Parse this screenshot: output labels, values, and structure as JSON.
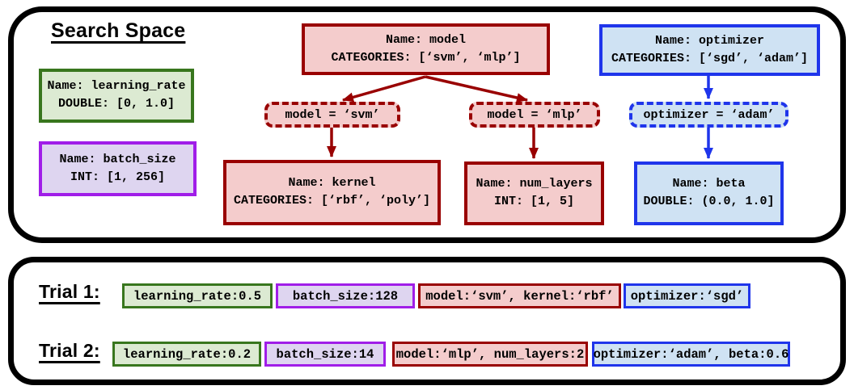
{
  "colors": {
    "green_border": "#38761d",
    "green_fill": "#dcead2",
    "purple_border": "#a01de8",
    "purple_fill": "#ded5f0",
    "red_border": "#990000",
    "red_fill": "#f4cccc",
    "blue_border": "#1f35eb",
    "blue_fill": "#cfe2f3"
  },
  "search_space": {
    "title": "Search Space",
    "nodes": {
      "learning_rate": {
        "line1": "Name: learning_rate",
        "line2": "DOUBLE: [0, 1.0]"
      },
      "batch_size": {
        "line1": "Name: batch_size",
        "line2": "INT: [1, 256]"
      },
      "model": {
        "line1": "Name: model",
        "line2": "CATEGORIES: [‘svm’, ‘mlp’]"
      },
      "optimizer": {
        "line1": "Name: optimizer",
        "line2": "CATEGORIES: [‘sgd’, ‘adam’]"
      },
      "kernel": {
        "line1": "Name: kernel",
        "line2": "CATEGORIES: [‘rbf’, ‘poly’]"
      },
      "num_layers": {
        "line1": "Name: num_layers",
        "line2": "INT: [1, 5]"
      },
      "beta": {
        "line1": "Name: beta",
        "line2": "DOUBLE: (0.0, 1.0]"
      }
    },
    "conditions": {
      "model_svm": "model = ‘svm’",
      "model_mlp": "model = ‘mlp’",
      "optimizer_adam": "optimizer = ‘adam’"
    }
  },
  "trials": [
    {
      "label": "Trial 1:",
      "params": [
        {
          "name": "learning_rate",
          "text": "learning_rate:0.5"
        },
        {
          "name": "batch_size",
          "text": "batch_size:128"
        },
        {
          "name": "model",
          "text": "model:‘svm’, kernel:‘rbf’"
        },
        {
          "name": "optimizer",
          "text": "optimizer:‘sgd’"
        }
      ]
    },
    {
      "label": "Trial 2:",
      "params": [
        {
          "name": "learning_rate",
          "text": "learning_rate:0.2"
        },
        {
          "name": "batch_size",
          "text": "batch_size:14"
        },
        {
          "name": "model",
          "text": "model:‘mlp’, num_layers:2"
        },
        {
          "name": "optimizer",
          "text": "optimizer:‘adam’, beta:0.6"
        }
      ]
    }
  ]
}
